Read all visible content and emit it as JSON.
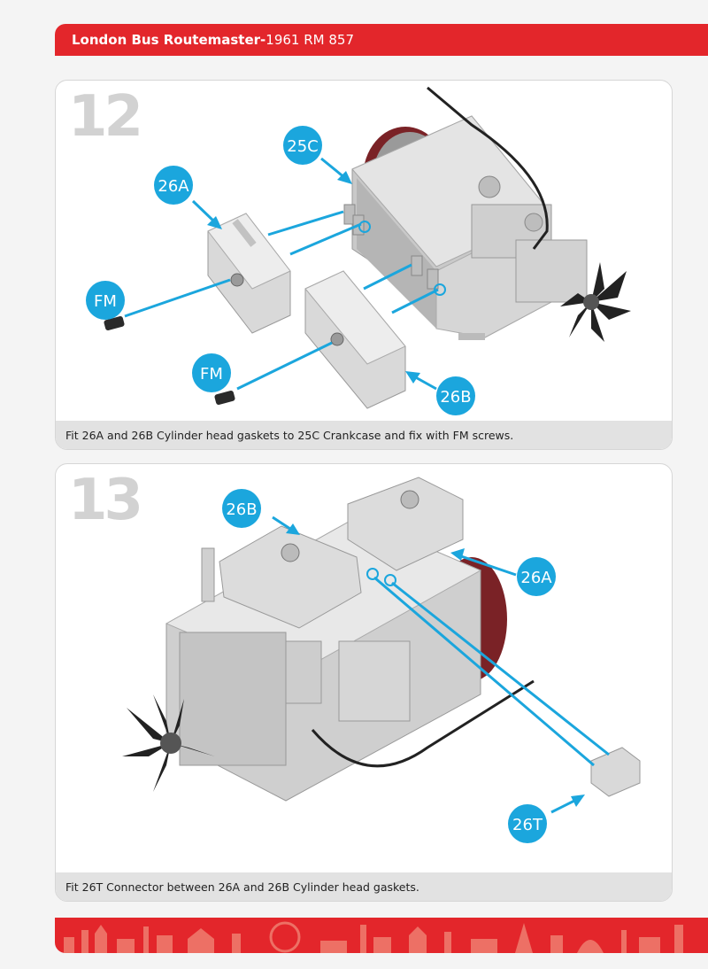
{
  "header": {
    "title_bold": "London Bus Routemaster-",
    "title_rest": "1961 RM 857"
  },
  "steps": [
    {
      "number": "12",
      "caption": "Fit 26A and 26B Cylinder head gaskets to 25C Crankcase and fix with FM screws.",
      "callouts": [
        "25C",
        "26A",
        "FM",
        "FM",
        "26B"
      ]
    },
    {
      "number": "13",
      "caption": "Fit 26T Connector between 26A and 26B Cylinder head gaskets.",
      "callouts": [
        "26B",
        "26A",
        "26T"
      ]
    }
  ],
  "colors": {
    "brand_red": "#e3262b",
    "callout_blue": "#1ba6dd"
  }
}
